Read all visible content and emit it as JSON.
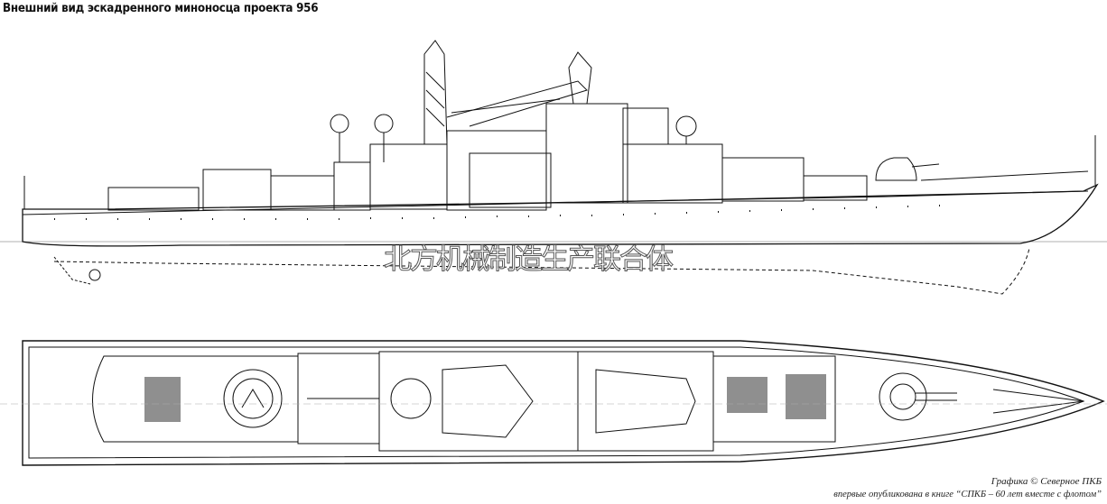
{
  "title": "Внешний вид эскадренного миноносца проекта 956",
  "watermark": "北方机械制造生产联合体",
  "credits": {
    "line1": "Графика  © Северное ПКБ",
    "line2": "впервые опубликована в книге “СПКБ – 60 лет вместе с флотом”"
  }
}
